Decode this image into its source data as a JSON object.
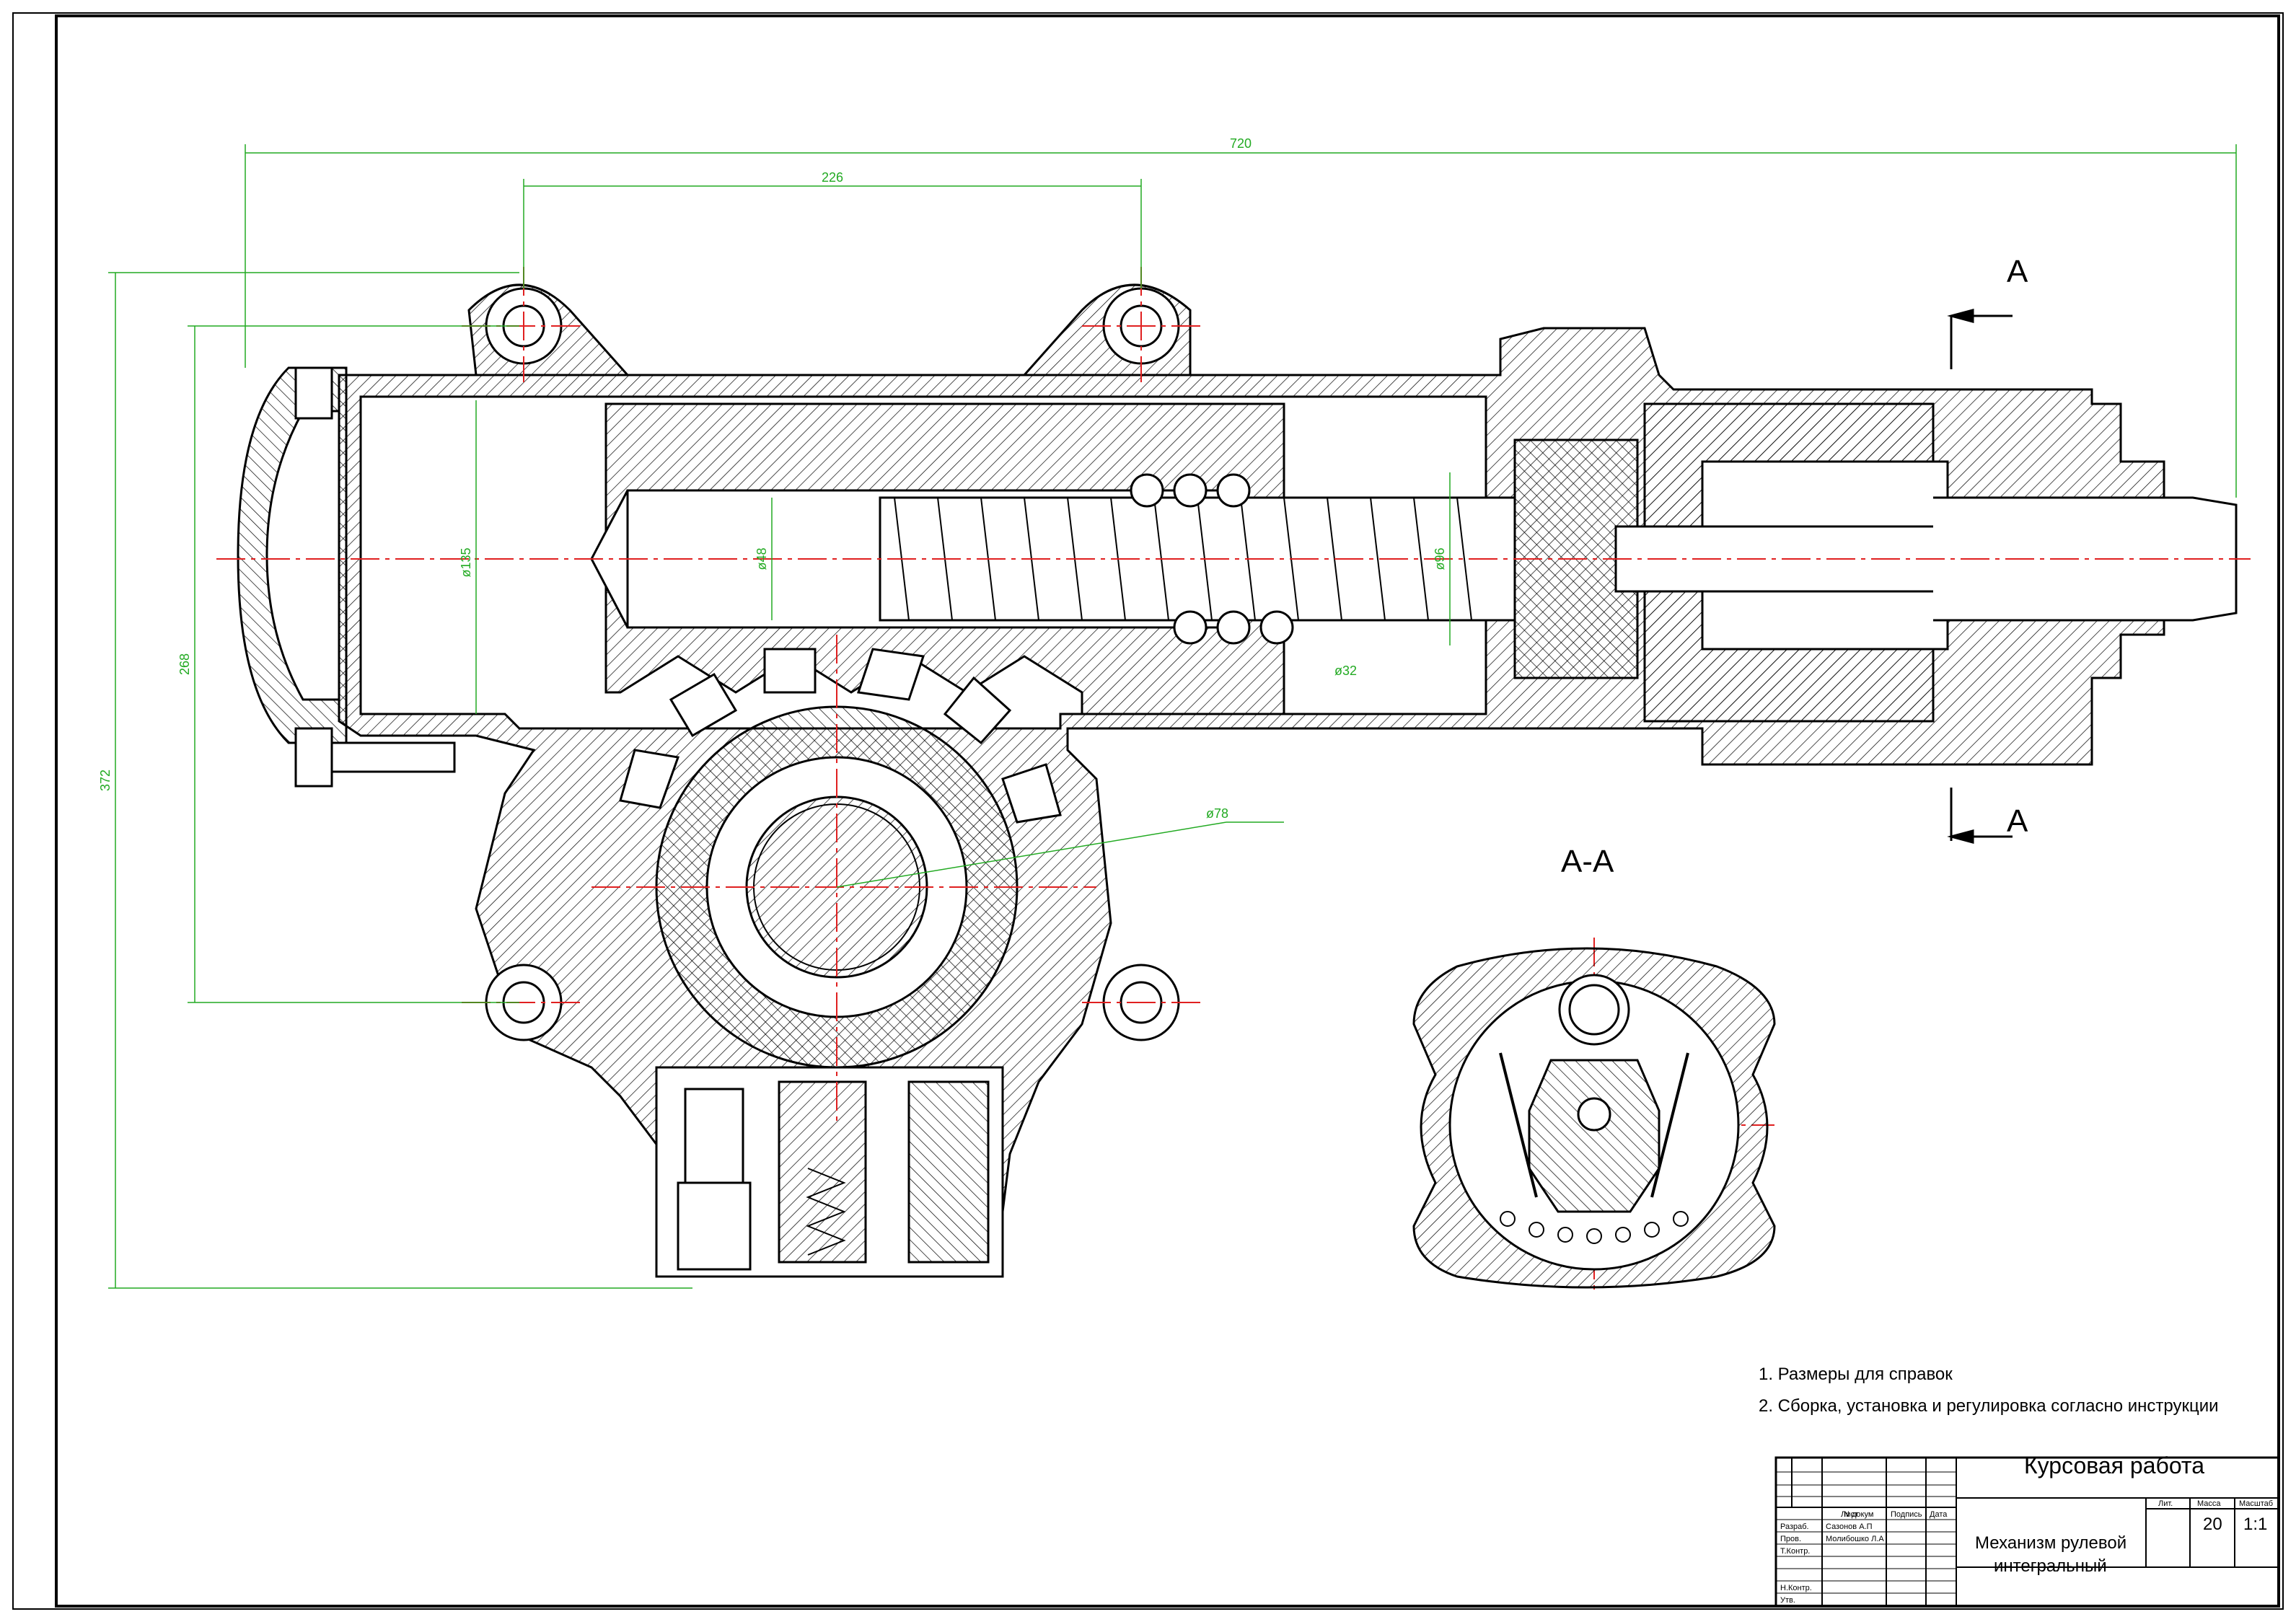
{
  "drawing": {
    "section_mark_top": "A",
    "section_mark_bottom": "A",
    "section_title": "A-A"
  },
  "dimensions": {
    "overall_length": "720",
    "mount_span": "226",
    "overall_height": "372",
    "mount_height": "268",
    "bore_d1": "ø135",
    "bore_d2": "ø48",
    "bore_d3": "ø96",
    "ball_d": "ø32",
    "gear_d": "ø78"
  },
  "notes": {
    "note1": "1. Размеры для справок",
    "note2": "2. Сборка, установка и регулировка согласно инструкции"
  },
  "title_block": {
    "work_type": "Курсовая работа",
    "drawing_title_line1": "Механизм рулевой",
    "drawing_title_line2": "интегральный",
    "col_list": "Лист",
    "col_doc": "N докум",
    "col_sign": "Подпись",
    "col_date": "Дата",
    "row_dev": "Разраб.",
    "row_check": "Пров.",
    "row_tcontrol": "Т.Контр.",
    "row_ncontrol": "Н.Контр.",
    "row_approve": "Утв.",
    "dev_name": "Сазонов А.П",
    "check_name": "Молибошко Л.А",
    "col_lit": "Лит.",
    "col_mass": "Масса",
    "col_scale": "Масштаб",
    "mass_value": "20",
    "scale_value": "1:1"
  },
  "colors": {
    "line": "#000000",
    "centerline": "#e02020",
    "dimension": "#22aa22"
  }
}
